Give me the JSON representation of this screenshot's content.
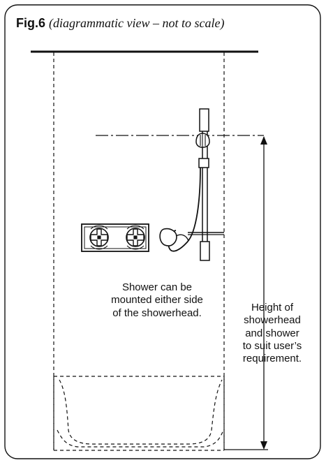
{
  "figure": {
    "number": "Fig.6",
    "note": "(diagrammatic view – not to scale)"
  },
  "labels": {
    "shower_note": "Shower can be\nmounted either side\nof the showerhead.",
    "height_note": "Height of\nshowerhead\nand shower\nto suit user’s\nrequirement."
  },
  "icons": {
    "left_control": "cross-knob-icon",
    "right_control": "cross-knob-icon"
  },
  "colors": {
    "line": "#111111",
    "background": "#ffffff"
  }
}
